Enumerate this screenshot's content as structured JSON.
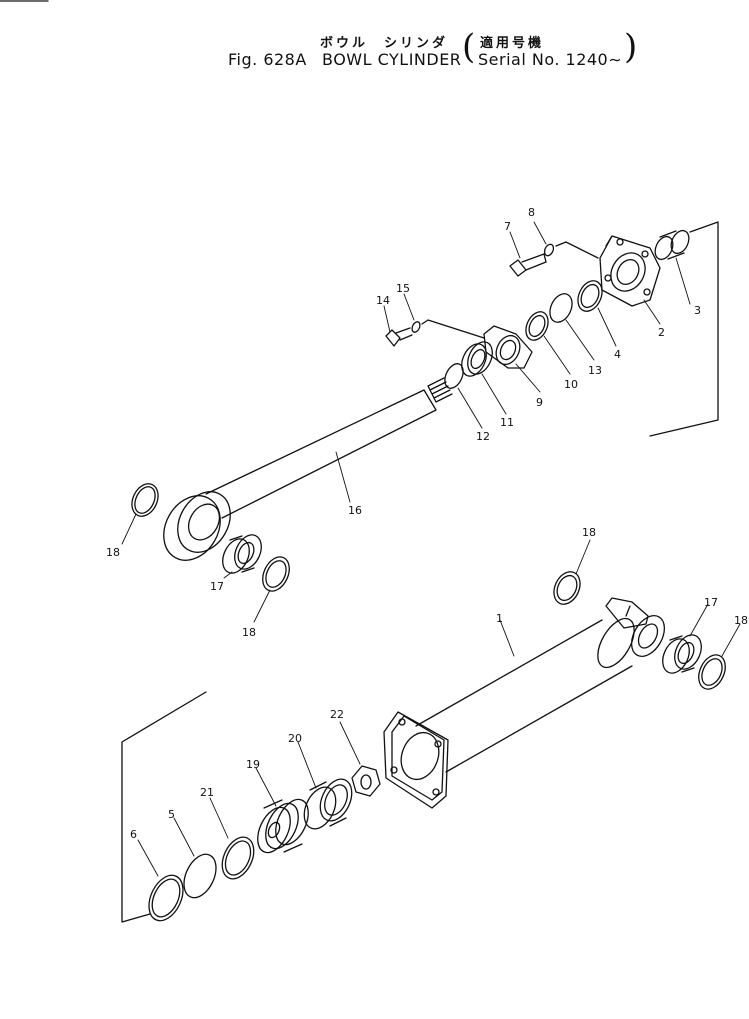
{
  "header": {
    "japanese_title": "ボウル　シリンダ",
    "japanese_applicability": "適用号機",
    "fig_label": "Fig. 628A",
    "title": "BOWL CYLINDER",
    "serial": "Serial No. 1240∼"
  },
  "callouts": {
    "c1": "1",
    "c2": "2",
    "c3": "3",
    "c4": "4",
    "c5": "5",
    "c6": "6",
    "c7": "7",
    "c8": "8",
    "c9": "9",
    "c10": "10",
    "c11": "11",
    "c12": "12",
    "c13": "13",
    "c14": "14",
    "c15": "15",
    "c16": "16",
    "c17a": "17",
    "c17b": "17",
    "c18a": "18",
    "c18b": "18",
    "c18c": "18",
    "c18d": "18",
    "c19": "19",
    "c20": "20",
    "c21": "21",
    "c22": "22"
  }
}
